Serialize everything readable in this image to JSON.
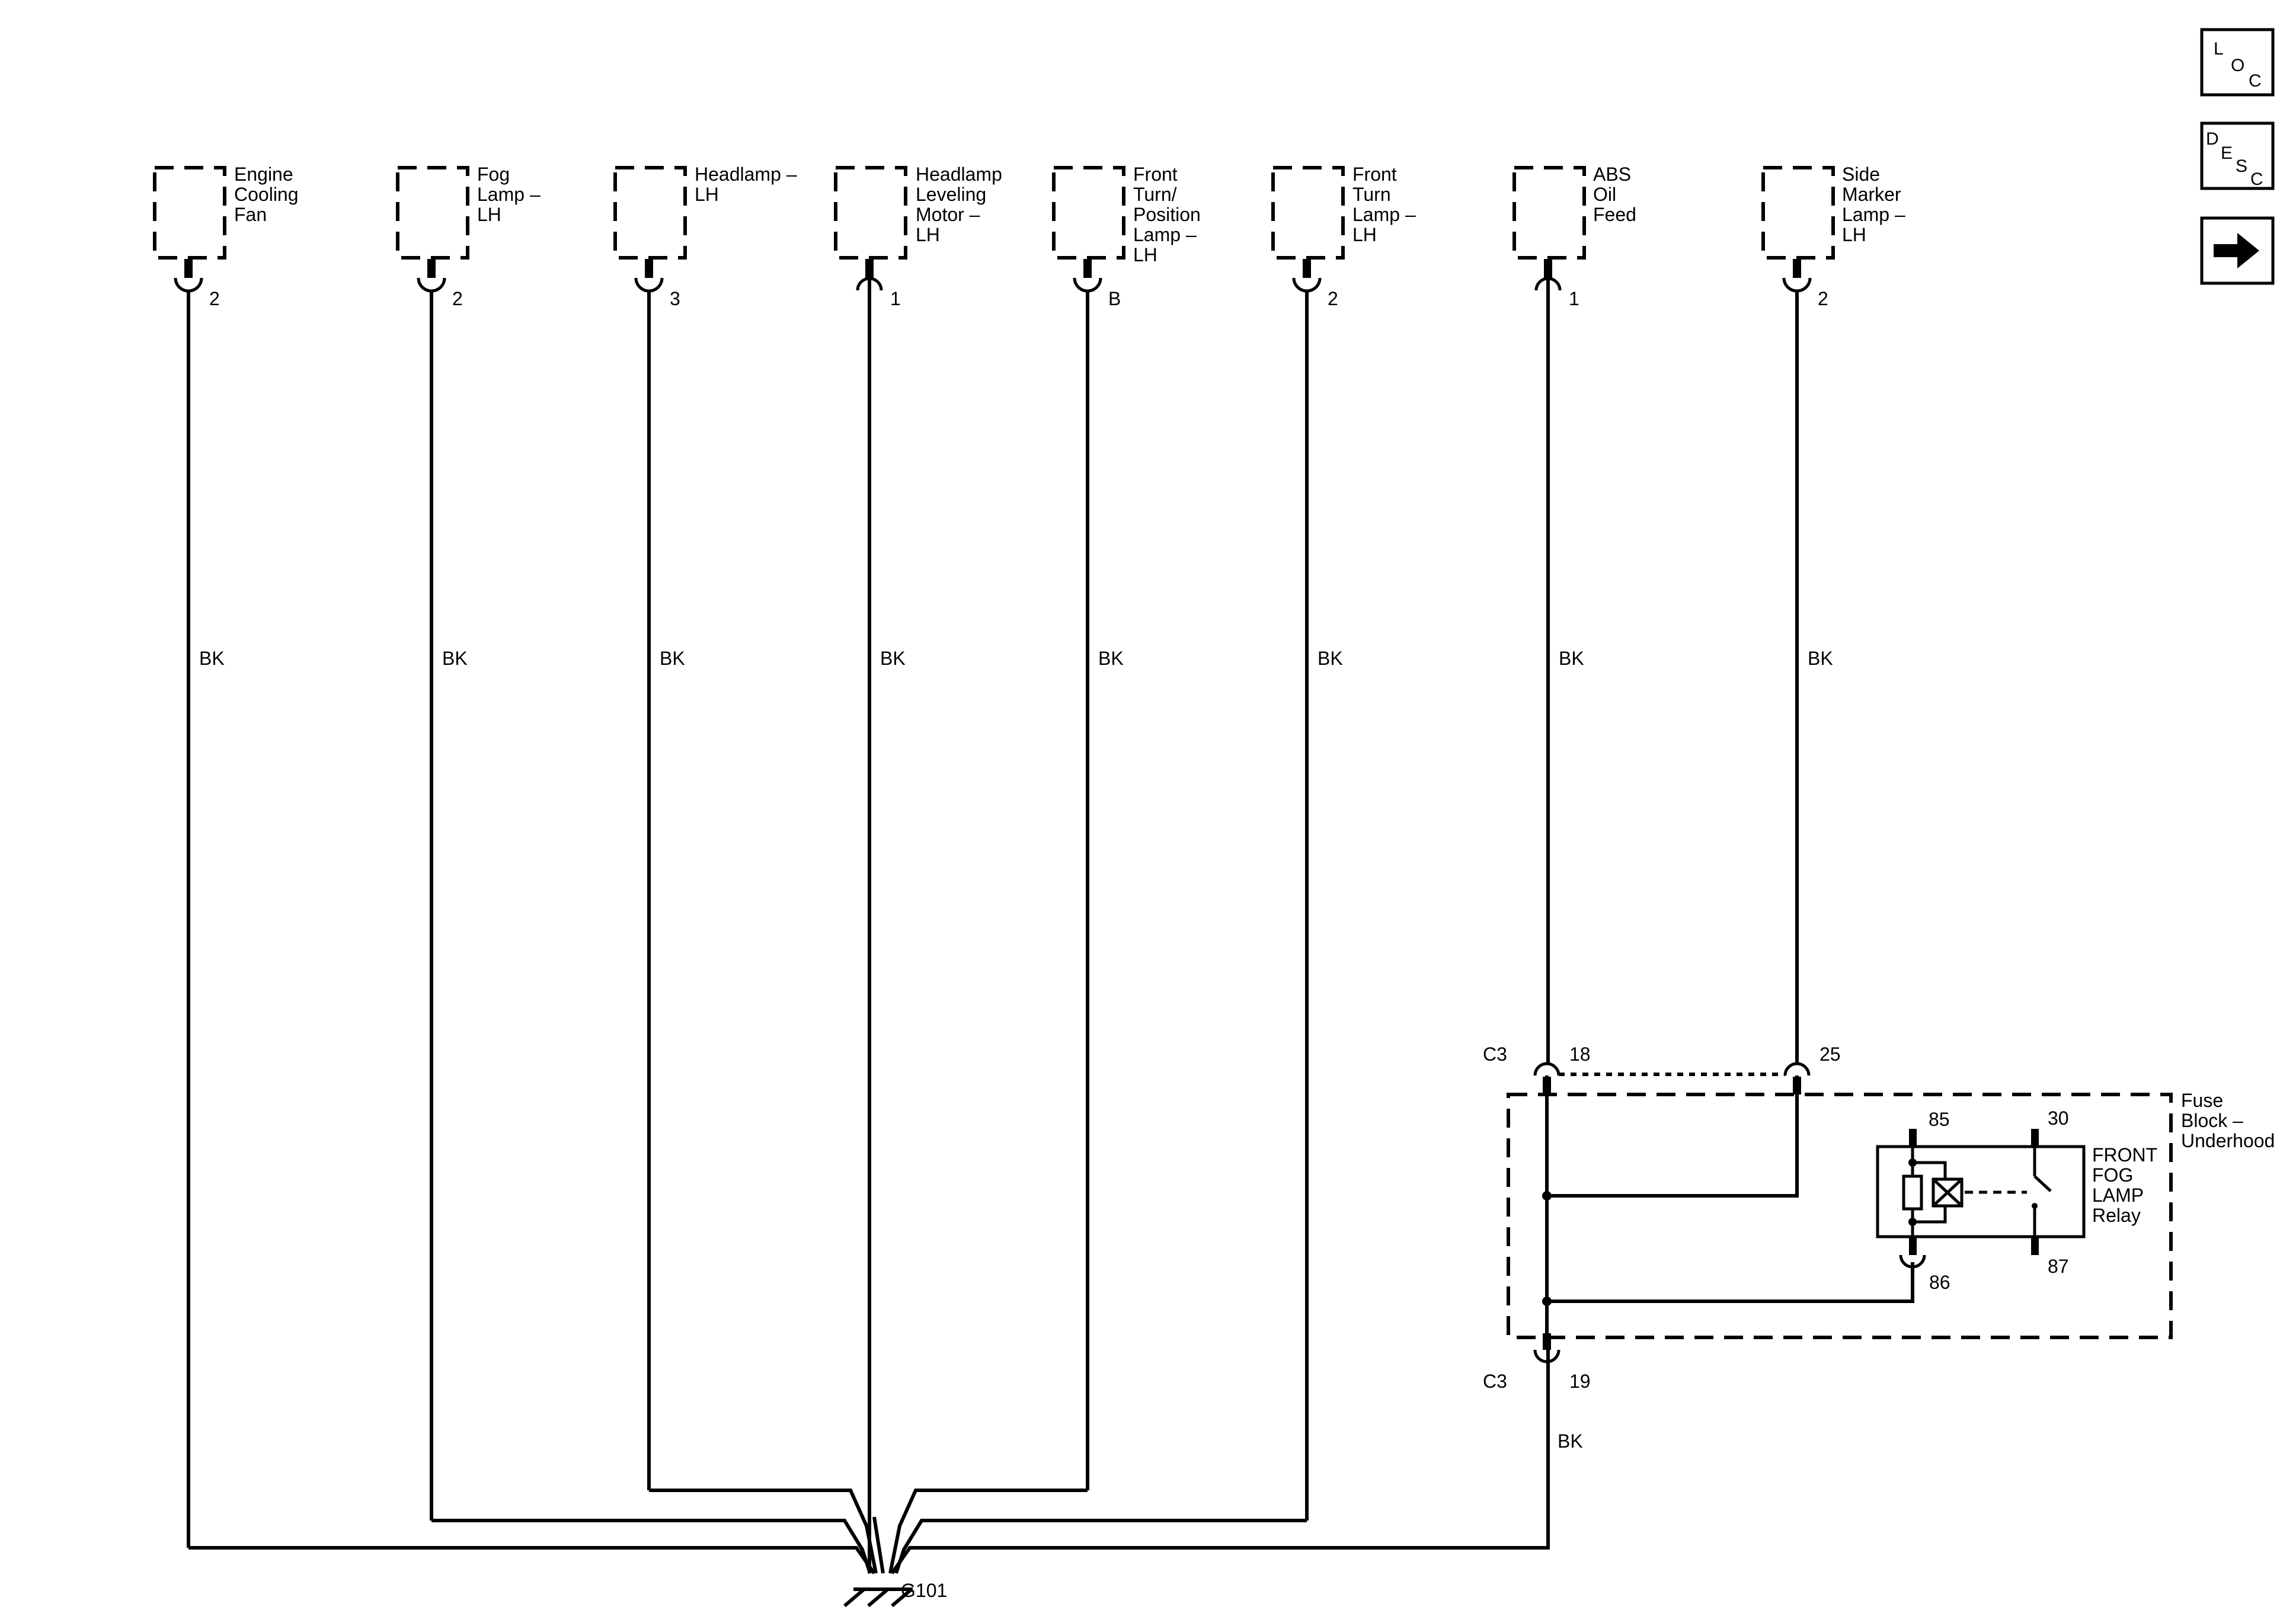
{
  "nav": {
    "loc": {
      "l1": "L",
      "l2": "O",
      "l3": "C"
    },
    "desc": {
      "l1": "D",
      "l2": "E",
      "l3": "S",
      "l4": "C"
    },
    "next_icon": "arrow-right-icon"
  },
  "components": [
    {
      "label": [
        "Engine",
        "Cooling",
        "Fan"
      ],
      "pin": "2",
      "wire": "BK"
    },
    {
      "label": [
        "Fog",
        "Lamp –",
        "LH"
      ],
      "pin": "2",
      "wire": "BK"
    },
    {
      "label": [
        "Headlamp –",
        "LH"
      ],
      "pin": "3",
      "wire": "BK"
    },
    {
      "label": [
        "Headlamp",
        "Leveling",
        "Motor –",
        "LH"
      ],
      "pin": "1",
      "wire": "BK"
    },
    {
      "label": [
        "Front",
        "Turn/",
        "Position",
        "Lamp –",
        "LH"
      ],
      "pin": "B",
      "wire": "BK"
    },
    {
      "label": [
        "Front",
        "Turn",
        "Lamp –",
        "LH"
      ],
      "pin": "2",
      "wire": "BK"
    },
    {
      "label": [
        "ABS",
        "Oil",
        "Feed"
      ],
      "pin": "1",
      "wire": "BK"
    },
    {
      "label": [
        "Side",
        "Marker",
        "Lamp –",
        "LH"
      ],
      "pin": "2",
      "wire": "BK"
    }
  ],
  "fuse_block": {
    "label": [
      "Fuse",
      "Block –",
      "Underhood"
    ],
    "top_connector": "C3",
    "top_pin_left": "18",
    "top_pin_right": "25",
    "bottom_connector": "C3",
    "bottom_pin": "19",
    "bottom_wire": "BK"
  },
  "relay": {
    "label": [
      "FRONT",
      "FOG",
      "LAMP",
      "Relay"
    ],
    "pin_85": "85",
    "pin_86": "86",
    "pin_30": "30",
    "pin_87": "87"
  },
  "ground": {
    "label": "G101",
    "icon": "ground-icon"
  }
}
